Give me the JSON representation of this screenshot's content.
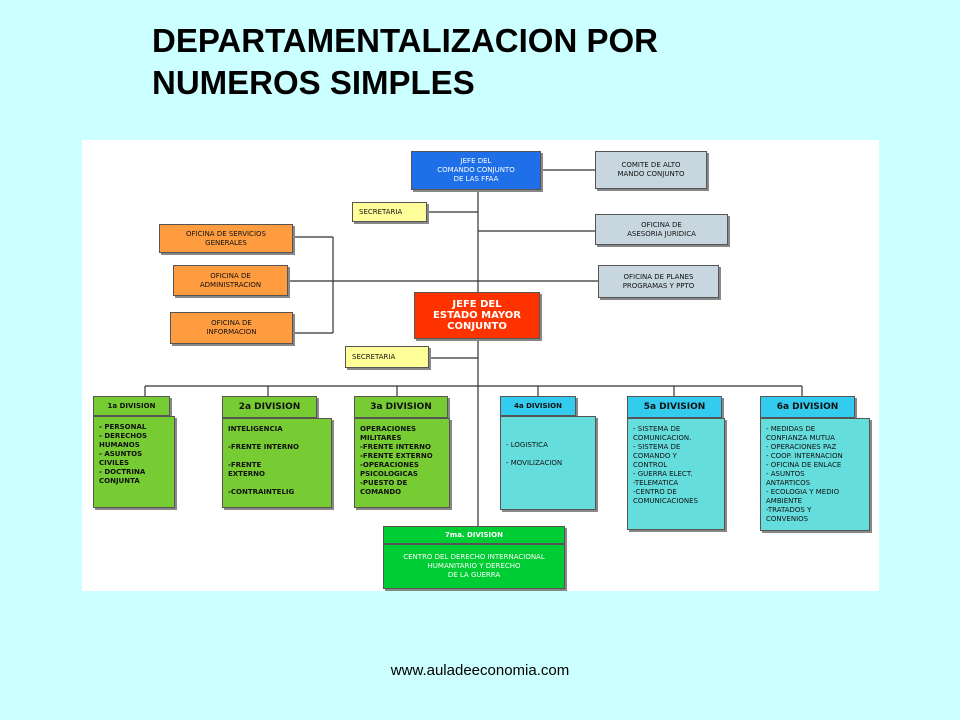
{
  "title": [
    "DEPARTAMENTALIZACION POR",
    "NUMEROS SIMPLES"
  ],
  "footer": "www.auladeeconomia.com",
  "colors": {
    "background": "#ccffff",
    "panel": "#ffffff",
    "top": "#1e6fe8",
    "staff": "#ff9c3f",
    "jefe": "#ff3300",
    "div1": "#77cc33",
    "div4": "#33ccee",
    "div7": "#00cc33"
  },
  "nodes": {
    "jefe_comando": "JEFE DEL\nCOMANDO CONJUNTO\nDE LAS FFAA",
    "comite": "COMITE DE ALTO\nMANDO CONJUNTO",
    "secretaria1": "SECRETARIA",
    "asesoria": "OFICINA DE\nASESORIA JURIDICA",
    "servicios": "OFICINA DE SERVICIOS\nGENERALES",
    "administracion": "OFICINA DE\nADMINISTRACION",
    "planes": "OFICINA DE PLANES\nPROGRAMAS Y PPTO",
    "informacion": "OFICINA DE\nINFORMACION",
    "jefe_estado": "JEFE DEL\nESTADO MAYOR\nCONJUNTO",
    "secretaria2": "SECRETARIA"
  },
  "divisions": [
    {
      "title": "1a DIVISION",
      "items": "- PERSONAL\n- DERECHOS\n  HUMANOS\n- ASUNTOS\n  CIVILES\n- DOCTRINA\n  CONJUNTA"
    },
    {
      "title": "2a DIVISION",
      "items": "INTELIGENCIA\n\n-FRENTE INTERNO\n\n-FRENTE\nEXTERNO\n\n-CONTRAINTELIG"
    },
    {
      "title": "3a DIVISION",
      "items": "OPERACIONES\nMILITARES\n-FRENTE INTERNO\n-FRENTE EXTERNO\n-OPERACIONES\n PSICOLOGICAS\n-PUESTO DE\n COMANDO"
    },
    {
      "title": "4a DIVISION",
      "items": "\n\n- LOGISTICA\n\n- MOVILIZACION"
    },
    {
      "title": "5a DIVISION",
      "items": "- SISTEMA DE\n  COMUNICACION.\n- SISTEMA DE\n  COMANDO Y\n  CONTROL\n- GUERRA ELECT.\n-TELEMATICA\n-CENTRO DE\n COMUNICACIONES"
    },
    {
      "title": "6a DIVISION",
      "items": "- MEDIDAS DE\n  CONFIANZA MUTUA\n- OPERACIONES PAZ\n- COOP. INTERNACION\n- OFICINA DE ENLACE\n- ASUNTOS\n  ANTARTICOS\n- ECOLOGIA Y MEDIO\n  AMBIENTE\n-TRATADOS Y\n CONVENIOS"
    }
  ],
  "division7": {
    "title": "7ma. DIVISION",
    "items": "CENTRO DEL DERECHO INTERNACIONAL\nHUMANITARIO Y DERECHO\nDE LA GUERRA"
  }
}
